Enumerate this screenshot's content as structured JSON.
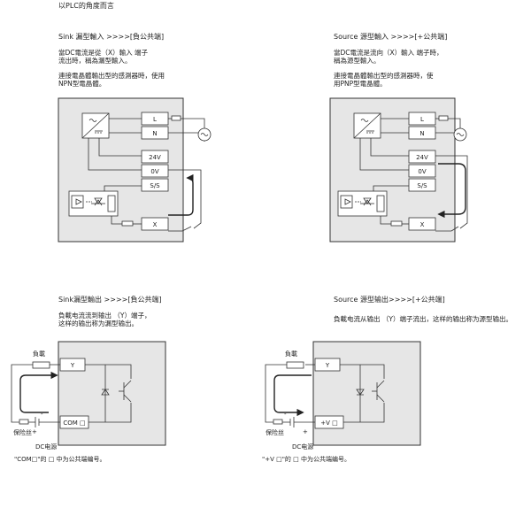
{
  "top_caption": "以PLC的角度而言",
  "quadrants": {
    "sink_input": {
      "title": "Sink 漏型輸入 >>>>[負公共端]",
      "desc1": "當DC電流是從（X）輸入 端子",
      "desc2": "流出時，稱為漏型輸入。",
      "desc3": "連接電晶體輸出型的感測器時，使用",
      "desc4": "NPN型電晶體。",
      "terminals": [
        "L",
        "N",
        "24V",
        "0V",
        "S/S",
        "X"
      ]
    },
    "source_input": {
      "title": "Source 源型輸入 >>>>[+公共端]",
      "desc1": "當DC電流是流向（X）輸入 端子時，",
      "desc2": "稱為源型輸入。",
      "desc3": "連接電晶體輸出型的感測器時，使",
      "desc4": "用PNP型電晶體。",
      "terminals": [
        "L",
        "N",
        "24V",
        "0V",
        "S/S",
        "X"
      ]
    },
    "sink_output": {
      "title": "Sink漏型輸出 >>>>[負公共端]",
      "desc1": "負載电流流到输出 （Y）端子，",
      "desc2": "这样的输出称为漏型输出。",
      "load_label": "負載",
      "fuse_label": "保险丝",
      "dc_label": "DC电源",
      "terminal_y": "Y",
      "terminal_com": "COM □",
      "note": "\"COM□\"的 □ 中为公共端编号。"
    },
    "source_output": {
      "title": "Source 源型输出>>>>[+公共端]",
      "desc1": "負載电流从输出 （Y）端子流出，这样的输出称为源型输出。",
      "load_label": "負載",
      "fuse_label": "保险丝",
      "dc_label": "DC电源",
      "terminal_y": "Y",
      "terminal_com": "+V □",
      "note": "\"+V □\"的 □ 中为公共端编号。"
    }
  }
}
